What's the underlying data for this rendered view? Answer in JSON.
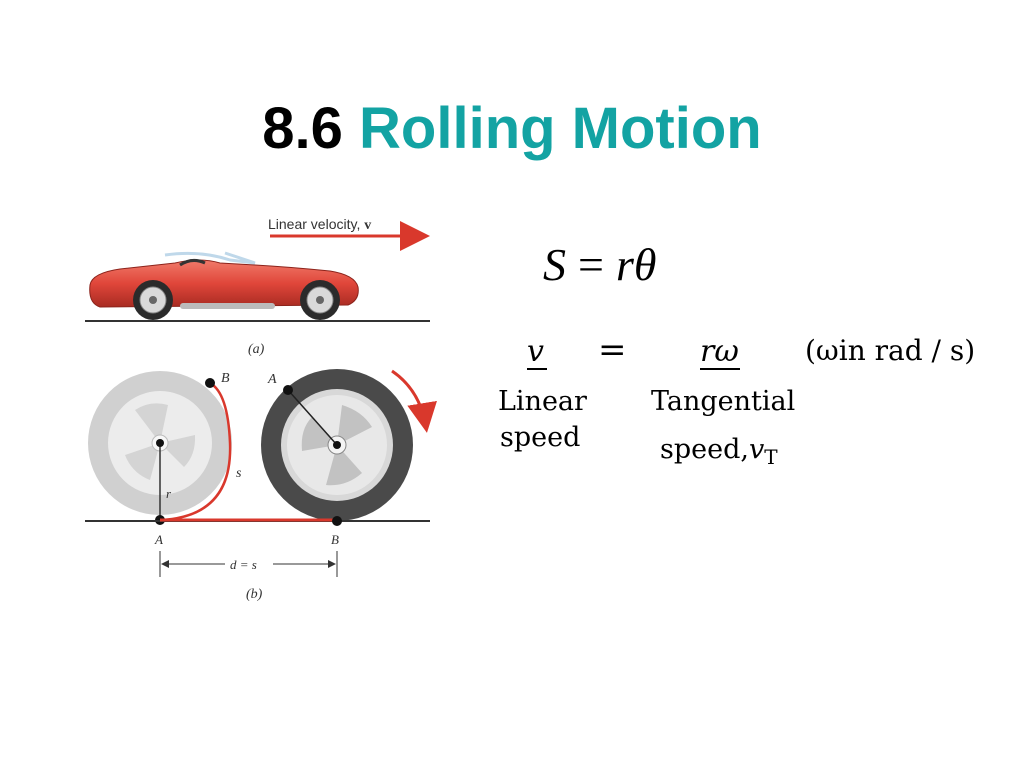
{
  "title": {
    "number": "8.6",
    "name": "Rolling Motion"
  },
  "figure": {
    "arrow_label_text": "Linear velocity, ",
    "arrow_label_symbol": "v",
    "caption_a": "(a)",
    "caption_b": "(b)",
    "point_A": "A",
    "point_B": "B",
    "arc_label": "s",
    "radius_label": "r",
    "distance_label": "d = s",
    "colors": {
      "car_red": "#e0463a",
      "arc_red": "#d9382c",
      "tire_dark": "#4a4a4a",
      "tire_light": "#cfcfcf"
    }
  },
  "equation1": {
    "lhs": "S",
    "eq": "=",
    "rhs": "rθ"
  },
  "equation2": {
    "lhs": "v",
    "eq": "=",
    "rhs": "rω",
    "unit": "(ωin rad / s)",
    "lhs_label_line1": "Linear",
    "lhs_label_line2": "speed",
    "rhs_label_line1": "Tangential",
    "rhs_label_line2": "speed,",
    "rhs_label_symbol": "v",
    "rhs_label_sub": "T"
  }
}
